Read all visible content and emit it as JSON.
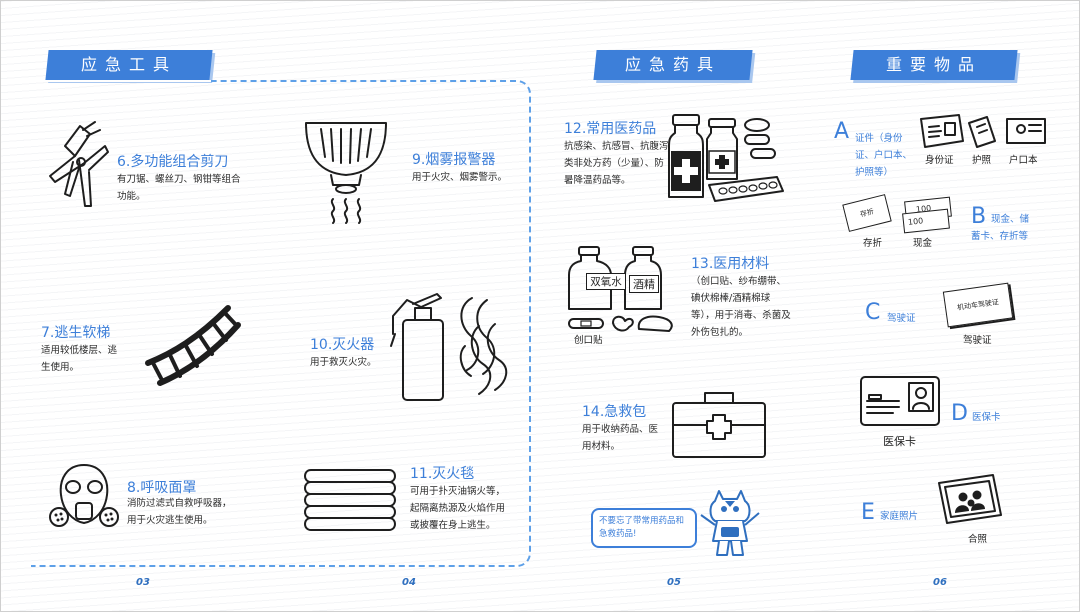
{
  "sections": {
    "tools": "应急工具",
    "medicine": "应急药具",
    "items": "重要物品"
  },
  "tools": {
    "t6": {
      "title": "6.多功能组合剪刀",
      "desc": "有刀锯、螺丝刀、钢钳等组合功能。"
    },
    "t7": {
      "title": "7.逃生软梯",
      "desc": "适用较低楼层、逃生使用。"
    },
    "t8": {
      "title": "8.呼吸面罩",
      "desc": "消防过滤式自救呼吸器，用于火灾逃生使用。"
    },
    "t9": {
      "title": "9.烟雾报警器",
      "desc": "用于火灾、烟雾警示。"
    },
    "t10": {
      "title": "10.灭火器",
      "desc": "用于救灭火灾。"
    },
    "t11": {
      "title": "11.灭火毯",
      "desc": "可用于扑灭油锅火等，起隔离热源及火焰作用或披覆在身上逃生。"
    }
  },
  "medicine": {
    "m12": {
      "title": "12.常用医药品",
      "desc": "抗感染、抗感冒、抗腹泻类非处方药（少量）、防暑降温药品等。"
    },
    "m13": {
      "title": "13.医用材料",
      "desc": "（创口贴、纱布绷带、碘伏棉棒/酒精棉球等），用于消毒、杀菌及外伤包扎的。"
    },
    "m14": {
      "title": "14.急救包",
      "desc": "用于收纳药品、医用材料。"
    },
    "bottle1_label": "双氧水",
    "bottle2_label": "酒精",
    "bandage_caption": "创口贴",
    "reminder": "不要忘了带常用药品和急救药品!"
  },
  "items": {
    "a": {
      "letter": "A",
      "label": "证件（身份证、户口本、护照等）",
      "captions": [
        "身份证",
        "护照",
        "户口本"
      ]
    },
    "b": {
      "letter": "B",
      "label": "现金、储蓄卡、存折等",
      "captions": [
        "存折",
        "现金"
      ],
      "bankbook_text": "存折",
      "cash_text": "100"
    },
    "c": {
      "letter": "C",
      "label": "驾驶证",
      "caption": "驾驶证",
      "license_text": "机动车驾驶证"
    },
    "d": {
      "letter": "D",
      "label": "医保卡",
      "caption": "医保卡"
    },
    "e": {
      "letter": "E",
      "label": "家庭照片",
      "caption": "合照"
    }
  },
  "page_numbers": [
    "03",
    "04",
    "05",
    "06"
  ],
  "colors": {
    "accent": "#3d7fd9",
    "banner_shadow": "#a9c7ef",
    "ink": "#1e1e1e"
  }
}
